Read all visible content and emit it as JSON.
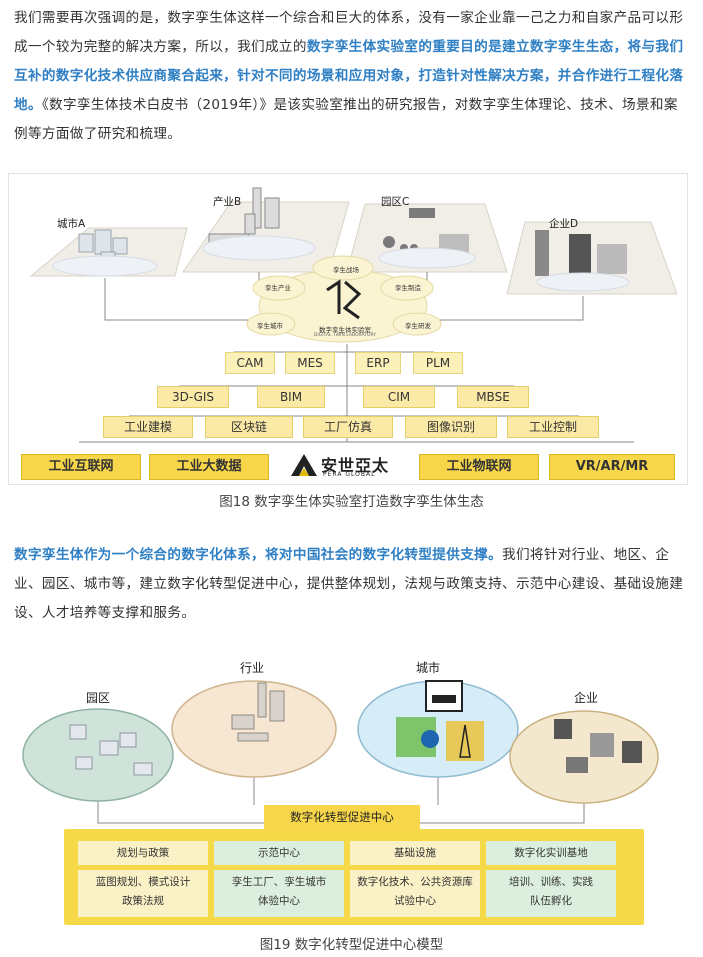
{
  "para1": {
    "plain_a": "我们需要再次强调的是，数字孪生体这样一个综合和巨大的体系，没有一家企业靠一己之力和自家产品可以形成一个较为完整的解决方案，所以，我们成立的",
    "blue": "数字孪生体实验室的重要目的是建立数字孪生生态，将与我们互补的数字化技术供应商聚合起来，针对不同的场景和应用对象，打造针对性解决方案，并合作进行工程化落地。",
    "plain_b": "《数字孪生体技术白皮书（2019年）》是该实验室推出的研究报告，对数字孪生体理论、技术、场景和案例等方面做了研究和梳理。"
  },
  "fig18": {
    "caption": "图18 数字孪生体实验室打造数字孪生体生态",
    "regions": [
      "城市A",
      "产业B",
      "园区C",
      "企业D"
    ],
    "center": "数字孪生体实验室",
    "center_sub": "DIGITAL TWIN LABORATORY",
    "cloud_tags": [
      "孪生产业",
      "孪生战场",
      "孪生制造",
      "孪生城市",
      "孪生研发"
    ],
    "row1": [
      "CAM",
      "MES",
      "ERP",
      "PLM"
    ],
    "row2": [
      "3D-GIS",
      "BIM",
      "CIM",
      "MBSE"
    ],
    "row3": [
      "工业建模",
      "区块链",
      "工厂仿真",
      "图像识别",
      "工业控制"
    ],
    "row4": [
      "工业互联网",
      "工业大数据",
      "工业物联网",
      "VR/AR/MR"
    ],
    "logo_text": "安世亞太",
    "logo_sub": "PERA GLOBAL"
  },
  "para2": {
    "blue": "数字孪生体作为一个综合的数字化体系，将对中国社会的数字化转型提供支撑。",
    "plain": "我们将针对行业、地区、企业、园区、城市等，建立数字化转型促进中心，提供整体规划，法规与政策支持、示范中心建设、基础设施建设、人才培养等支撑和服务。"
  },
  "fig19": {
    "caption": "图19 数字化转型促进中心模型",
    "circles": [
      "园区",
      "行业",
      "城市",
      "企业"
    ],
    "center_title": "数字化转型促进中心",
    "columns": [
      {
        "head": "规划与政策",
        "body1": "蓝图规划、模式设计",
        "body2": "政策法规"
      },
      {
        "head": "示范中心",
        "body1": "孪生工厂、孪生城市",
        "body2": "体验中心"
      },
      {
        "head": "基础设施",
        "body1": "数字化技术、公共资源库",
        "body2": "试验中心"
      },
      {
        "head": "数字化实训基地",
        "body1": "培训、训练、实践",
        "body2": "队伍孵化"
      }
    ]
  },
  "colors": {
    "blue": "#2f7fc4",
    "yellow": "#f7d64a",
    "light_yellow": "#fbf0b8",
    "green_tint": "#dceedd"
  }
}
